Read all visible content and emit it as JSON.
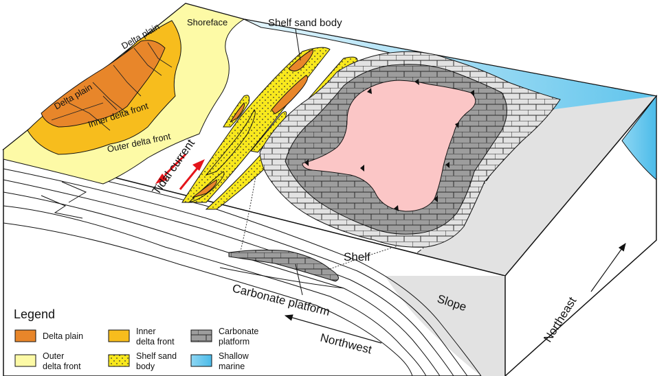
{
  "labels": {
    "shelf_sand_body": "Shelf sand body",
    "shoreface": "Shoreface",
    "delta_plain_upper": "Delta plain",
    "delta_plain_lower": "Delta plain",
    "inner_delta_front": "Inner delta front",
    "outer_delta_front": "Outer delta front",
    "tidal_current": "Tidal current",
    "shelf": "Shelf",
    "carbonate_platform": "Carbonate platform",
    "slope": "Slope",
    "northwest": "Northwest",
    "northeast": "Northeast"
  },
  "legend": {
    "title": "Legend",
    "items": [
      {
        "line1": "Delta plain",
        "line2": "",
        "swatch": "delta-plain"
      },
      {
        "line1": "Inner",
        "line2": "delta front",
        "swatch": "inner-delta-front"
      },
      {
        "line1": "Carbonate",
        "line2": "platform",
        "swatch": "carbonate-platform"
      },
      {
        "line1": "Outer",
        "line2": "delta front",
        "swatch": "outer-delta-front"
      },
      {
        "line1": "Shelf sand",
        "line2": "body",
        "swatch": "shelf-sand-body"
      },
      {
        "line1": "Shallow",
        "line2": "marine",
        "swatch": "shallow-marine"
      }
    ]
  },
  "colors": {
    "delta_plain": "#e8862a",
    "inner_delta_front": "#f7bd1d",
    "outer_delta_front": "#fdfaa6",
    "shelf_sand": "#f8e81d",
    "carbonate_dark": "#9d9d9d",
    "carbonate_light": "#e2e2e2",
    "pink_core": "#fbc6c6",
    "shallow_marine": "#5fc4ec",
    "slope": "#e2e2e2",
    "arrow_red": "#e4151b"
  }
}
